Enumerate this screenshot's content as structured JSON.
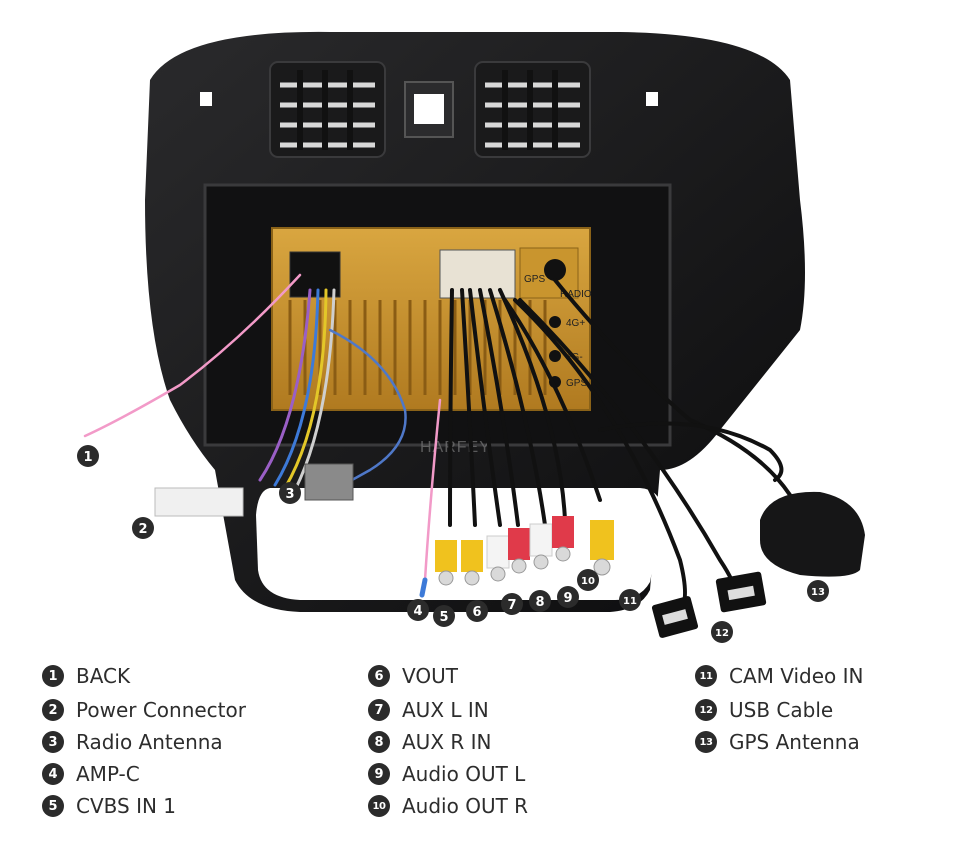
{
  "photo": {
    "panel_labels": {
      "gps": "GPS",
      "radio": "RADIO",
      "g4p": "4G+",
      "g4m": "4G-",
      "gps2": "GPS"
    },
    "watermark": "HARFEY",
    "callouts": [
      "1",
      "2",
      "3",
      "4",
      "5",
      "6",
      "7",
      "8",
      "9",
      "10",
      "11",
      "12",
      "13"
    ]
  },
  "legend": {
    "items": [
      {
        "num": "1",
        "label": "BACK"
      },
      {
        "num": "2",
        "label": "Power Connector"
      },
      {
        "num": "3",
        "label": "Radio Antenna"
      },
      {
        "num": "4",
        "label": "AMP-C"
      },
      {
        "num": "5",
        "label": "CVBS IN 1"
      },
      {
        "num": "6",
        "label": "VOUT"
      },
      {
        "num": "7",
        "label": "AUX L IN"
      },
      {
        "num": "8",
        "label": "AUX R IN"
      },
      {
        "num": "9",
        "label": "Audio OUT L"
      },
      {
        "num": "10",
        "label": "Audio OUT R"
      },
      {
        "num": "11",
        "label": "CAM Video IN"
      },
      {
        "num": "12",
        "label": "USB Cable"
      },
      {
        "num": "13",
        "label": "GPS Antenna"
      }
    ]
  }
}
